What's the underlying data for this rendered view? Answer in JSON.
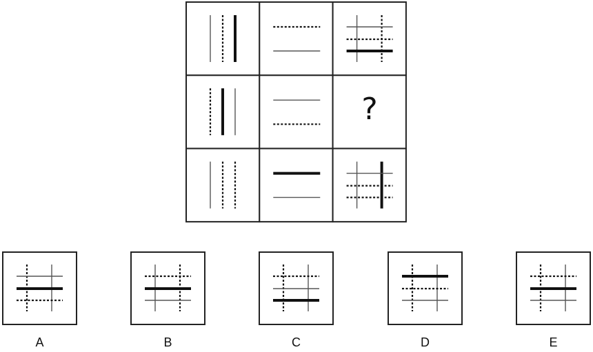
{
  "puzzle": {
    "type": "3x3 matrix reasoning",
    "question_mark": "?",
    "line_styles": {
      "thin": {
        "width": 1.4,
        "dash": "",
        "color": "#555555"
      },
      "dashed": {
        "width": 2.2,
        "dash": "3,2.5",
        "color": "#111111"
      },
      "thick": {
        "width": 4,
        "dash": "",
        "color": "#111111"
      }
    },
    "grid": [
      [
        {
          "verticals": [
            "thin",
            "dashed",
            "thick"
          ]
        },
        {
          "horizontals": [
            "dashed",
            "thin"
          ]
        },
        {
          "verticals": [
            "thin",
            "dashed"
          ],
          "horizontals": [
            "thin",
            "dashed",
            "thick"
          ]
        }
      ],
      [
        {
          "verticals": [
            "dashed",
            "thick",
            "thin"
          ]
        },
        {
          "horizontals": [
            "thin",
            "dashed"
          ]
        },
        {
          "missing": true
        }
      ],
      [
        {
          "verticals": [
            "thin",
            "dashed",
            "dashed"
          ]
        },
        {
          "horizontals": [
            "thick",
            "thin"
          ]
        },
        {
          "verticals": [
            "thin",
            "thick"
          ],
          "horizontals": [
            "thin",
            "dashed",
            "dashed"
          ]
        }
      ]
    ],
    "options": [
      {
        "label": "A",
        "verticals": [
          "dashed",
          "thin"
        ],
        "horizontals": [
          "thin",
          "thick",
          "dashed"
        ]
      },
      {
        "label": "B",
        "verticals": [
          "thin",
          "dashed"
        ],
        "horizontals": [
          "dashed",
          "thick",
          "thin"
        ]
      },
      {
        "label": "C",
        "verticals": [
          "dashed",
          "thin"
        ],
        "horizontals": [
          "dashed",
          "thin",
          "thick"
        ]
      },
      {
        "label": "D",
        "verticals": [
          "dashed",
          "thin"
        ],
        "horizontals": [
          "thick",
          "dashed",
          "thin"
        ]
      },
      {
        "label": "E",
        "verticals": [
          "dashed",
          "thin"
        ],
        "horizontals": [
          "dashed",
          "thick",
          "thin"
        ]
      }
    ]
  }
}
